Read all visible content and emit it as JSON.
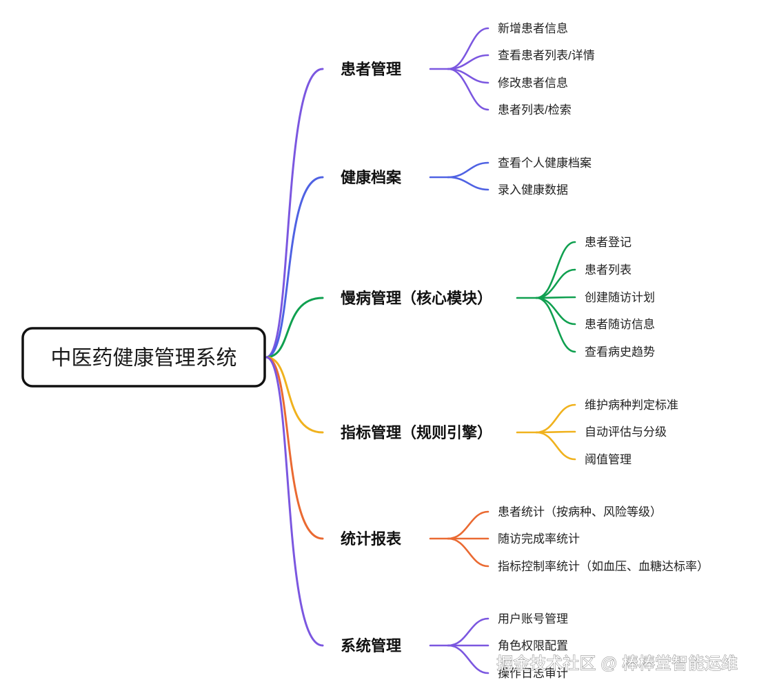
{
  "root": {
    "label": "中医药健康管理系统"
  },
  "colors": {
    "purple": "#7b57e0",
    "blue": "#4f62e3",
    "green": "#10a050",
    "yellow": "#f0b21e",
    "orange": "#ea6a32",
    "root_border": "#111111"
  },
  "branches": [
    {
      "label": "患者管理",
      "color": "#7b57e0",
      "children": [
        "新增患者信息",
        "查看患者列表/详情",
        "修改患者信息",
        "患者列表/检索"
      ]
    },
    {
      "label": "健康档案",
      "color": "#4f62e3",
      "children": [
        "查看个人健康档案",
        "录入健康数据"
      ]
    },
    {
      "label": "慢病管理（核心模块）",
      "color": "#10a050",
      "children": [
        "患者登记",
        "患者列表",
        "创建随访计划",
        "患者随访信息",
        "查看病史趋势"
      ]
    },
    {
      "label": "指标管理（规则引擎）",
      "color": "#f0b21e",
      "children": [
        "维护病种判定标准",
        "自动评估与分级",
        "阈值管理"
      ]
    },
    {
      "label": "统计报表",
      "color": "#ea6a32",
      "children": [
        "患者统计（按病种、风险等级）",
        "随访完成率统计",
        "指标控制率统计（如血压、血糖达标率）"
      ]
    },
    {
      "label": "系统管理",
      "color": "#7b57e0",
      "children": [
        "用户账号管理",
        "角色权限配置",
        "操作日志审计"
      ]
    }
  ],
  "watermark": {
    "text": "掘金技术社区 @ 棒棒堂智能运维"
  }
}
